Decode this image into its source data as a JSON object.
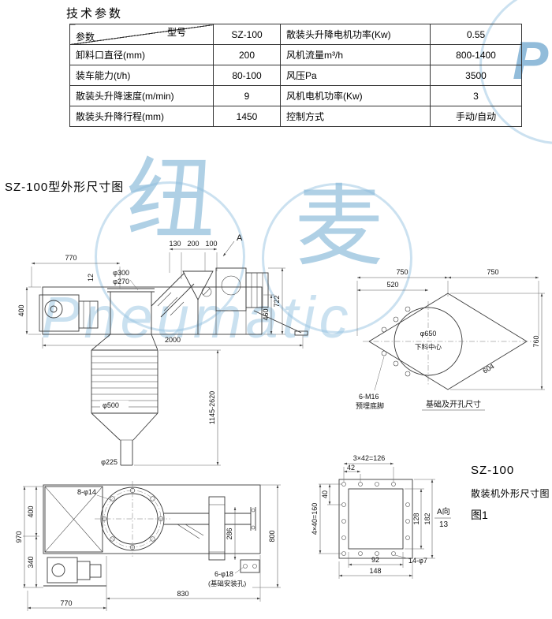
{
  "page": {
    "tech_title": "技术参数",
    "dim_title": "SZ-100型外形尺寸图"
  },
  "table": {
    "diag_top": "型号",
    "diag_bottom": "参数",
    "rows": [
      {
        "c1": "",
        "c2": "SZ-100",
        "c3": "散装头升降电机功率(Kw)",
        "c4": "0.55"
      },
      {
        "c1": "卸料口直径(mm)",
        "c2": "200",
        "c3": "风机流量m³/h",
        "c4": "800-1400"
      },
      {
        "c1": "装车能力(t/h)",
        "c2": "80-100",
        "c3": "风压Pa",
        "c4": "3500"
      },
      {
        "c1": "散装头升降速度(m/min)",
        "c2": "9",
        "c3": "风机电机功率(Kw)",
        "c4": "3"
      },
      {
        "c1": "散装头升降行程(mm)",
        "c2": "1450",
        "c3": "控制方式",
        "c4": "手动/自动"
      }
    ]
  },
  "side": {
    "d130": "130",
    "d200": "200",
    "d100": "100",
    "view_a": "A",
    "d770": "770",
    "d12": "12",
    "phi300": "φ300",
    "phi270": "φ270",
    "d400": "400",
    "d460": "460",
    "d722": "722",
    "d2000": "2000",
    "d_travel": "1145-2620",
    "phi500": "φ500",
    "phi225": "φ225"
  },
  "foundation": {
    "d750l": "750",
    "d750r": "750",
    "d520": "520",
    "d760": "760",
    "phi650": "φ650",
    "feed_center": "下料中心",
    "d604": "604",
    "bolts": "6-M16",
    "bolts2": "预埋底脚",
    "caption": "基础及开孔尺寸"
  },
  "top": {
    "d970": "970",
    "d400": "400",
    "d340": "340",
    "d286": "286",
    "d800": "800",
    "d770": "770",
    "d830": "830",
    "holes": "8-φ14",
    "mount_holes": "6-φ18",
    "mount_note": "(基础安装孔)"
  },
  "flange": {
    "pitch_top": "3×42=126",
    "d42": "42",
    "pitch_left": "4×40=160",
    "d40": "40",
    "d128": "128",
    "d182": "182",
    "d92": "92",
    "d148": "148",
    "holes": "14-φ7",
    "view": "A向",
    "view_num": "13"
  },
  "figure": {
    "model": "SZ-100",
    "name": "散装机外形尺寸图",
    "num": "图1"
  },
  "watermark": {
    "char_left": "纽",
    "char_right": "麦",
    "brand": "Pneumatic",
    "corner": "P",
    "color": "#a0c8e0"
  }
}
